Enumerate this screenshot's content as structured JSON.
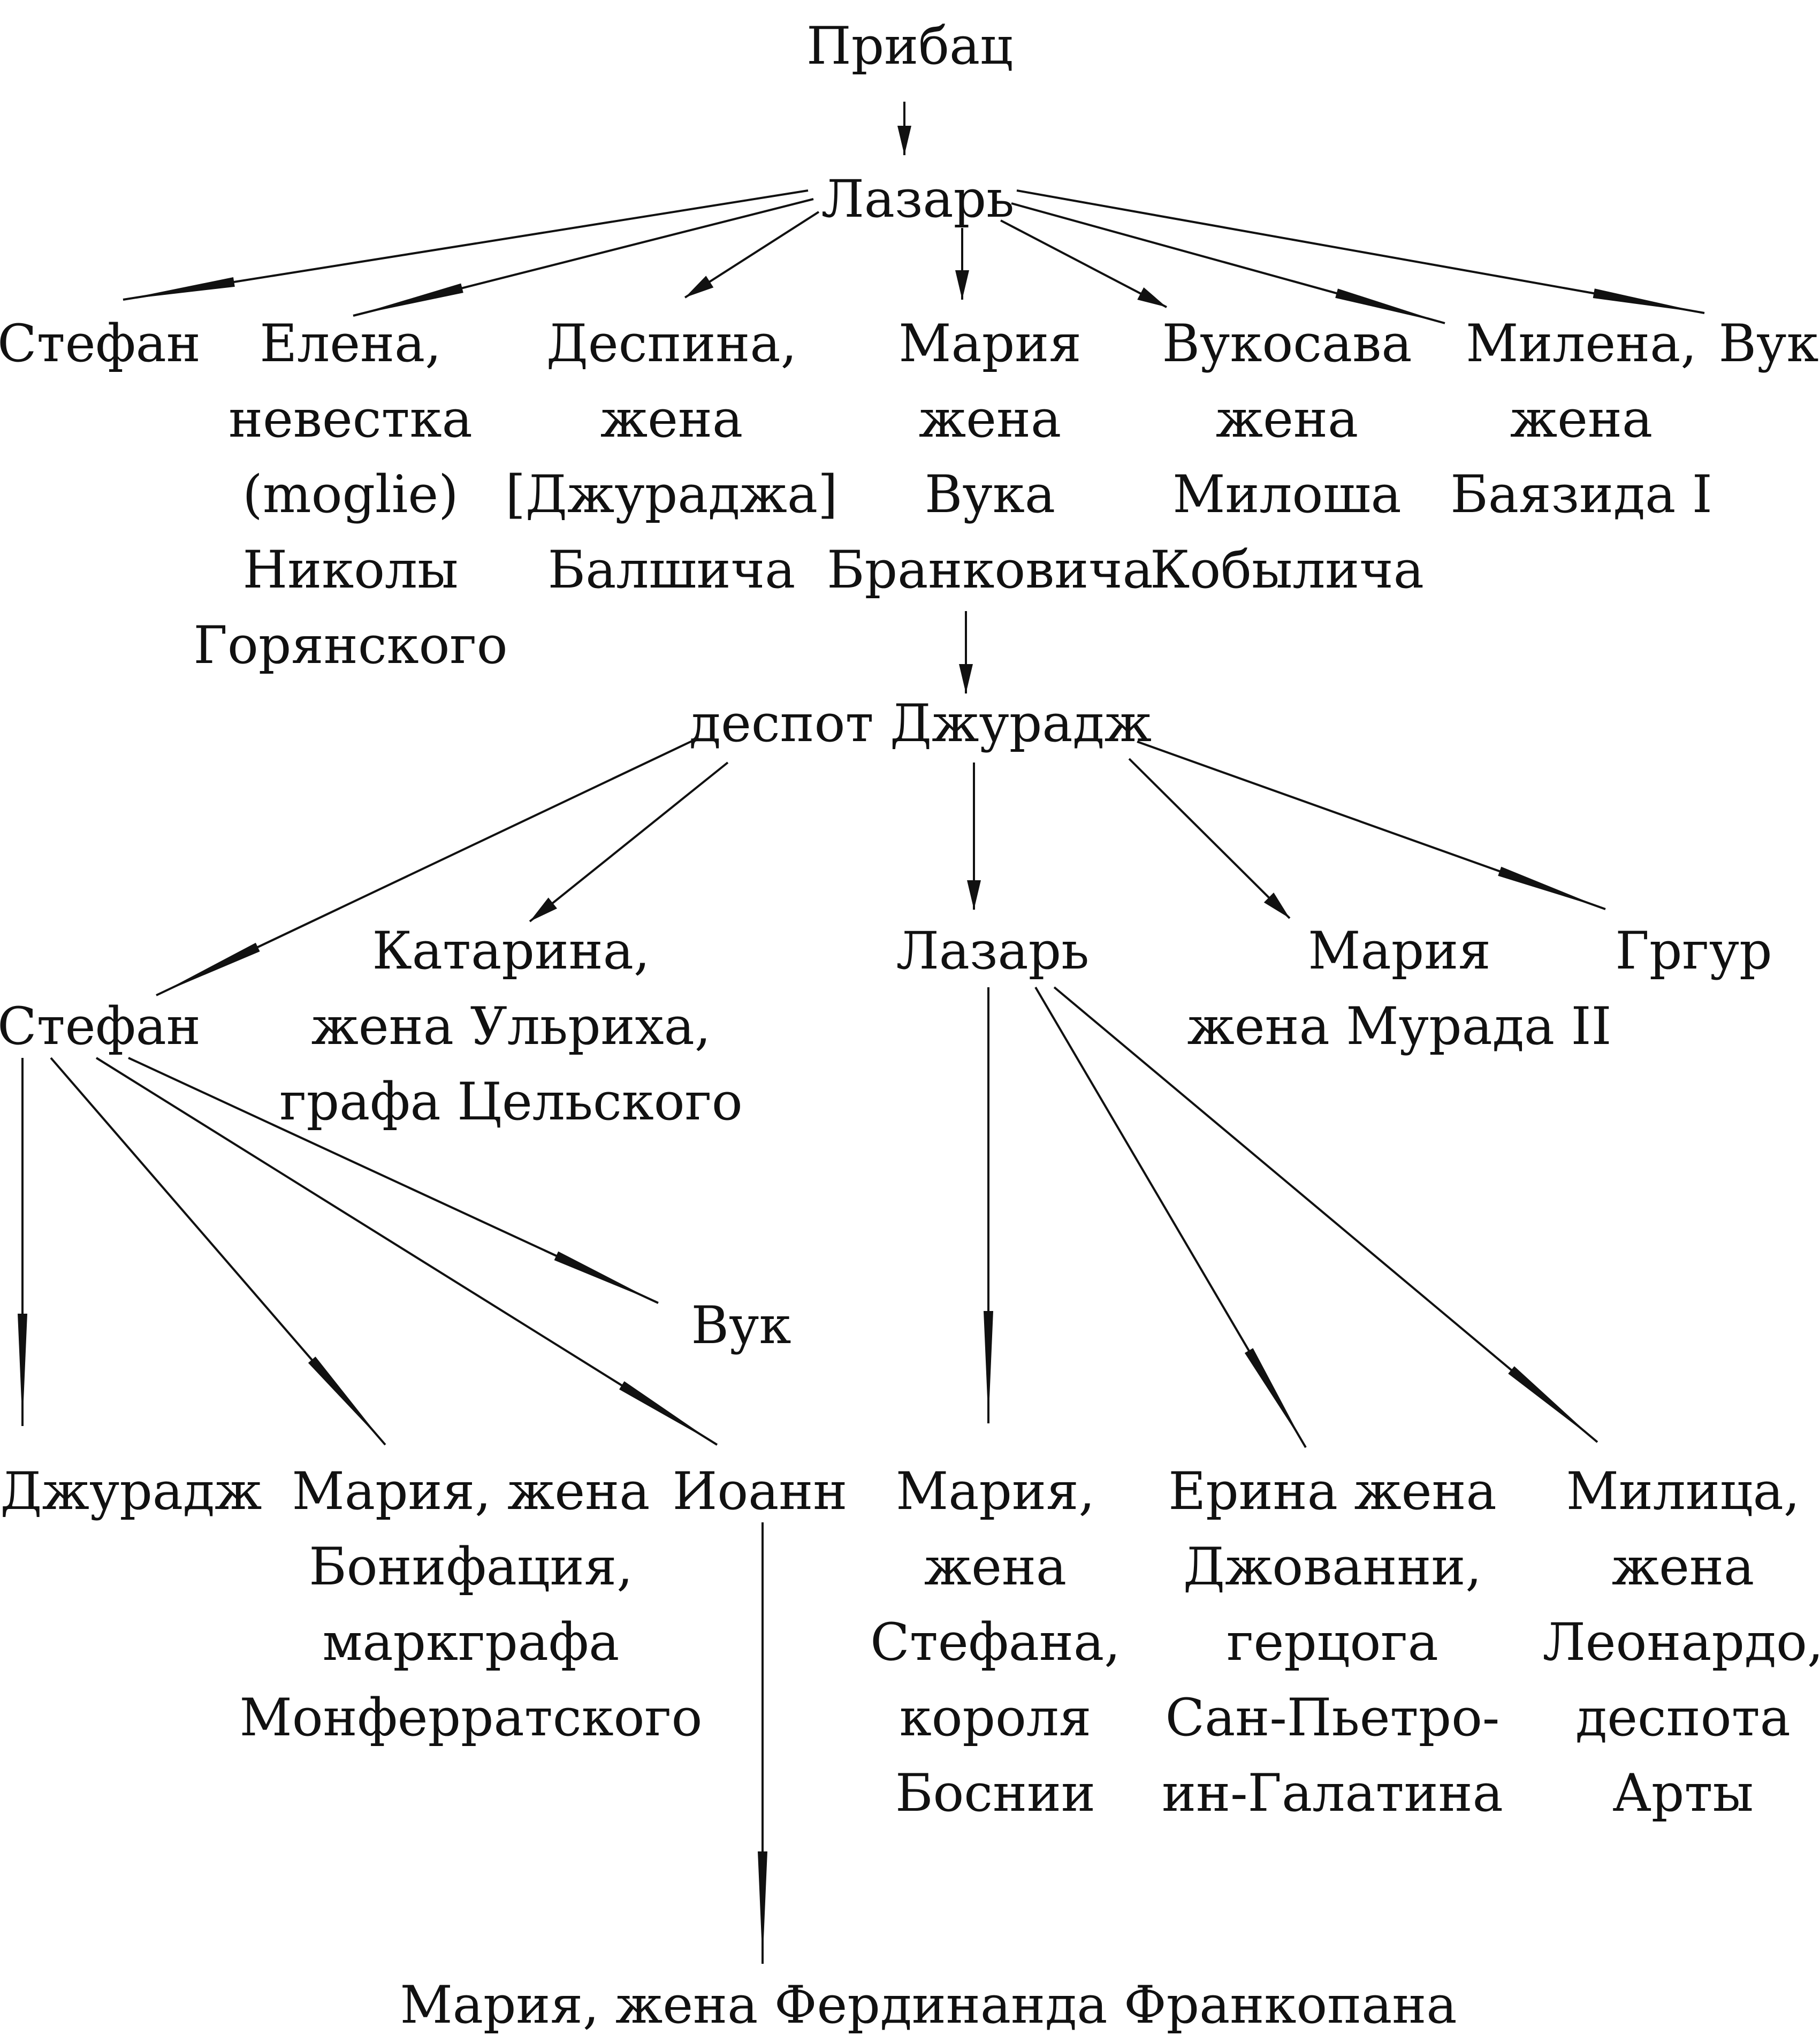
{
  "diagram": {
    "nodes": {
      "pribac": {
        "lines": [
          "Прибац"
        ]
      },
      "lazar1": {
        "lines": [
          "Лазарь"
        ]
      },
      "stefan1": {
        "lines": [
          "Стефан"
        ]
      },
      "elena": {
        "lines": [
          "Елена,",
          "невестка",
          "(moglie)",
          "Николы",
          "Горянского"
        ]
      },
      "despina": {
        "lines": [
          "Деспина,",
          "жена",
          "[Джураджа]",
          "Балшича"
        ]
      },
      "maria1": {
        "lines": [
          "Мария",
          "жена",
          "Вука",
          "Бранковича"
        ]
      },
      "vukosava": {
        "lines": [
          "Вукосава",
          "жена",
          "Милоша",
          "Кобылича"
        ]
      },
      "milena": {
        "lines": [
          "Милена,",
          "жена",
          "Баязида I"
        ]
      },
      "vuk1": {
        "lines": [
          "Вук"
        ]
      },
      "djuradj": {
        "lines": [
          "деспот Джурадж"
        ]
      },
      "stefan2": {
        "lines": [
          "Стефан"
        ]
      },
      "katarina": {
        "lines": [
          "Катарина,",
          "жена Ульриха,",
          "графа Цельского"
        ]
      },
      "lazar2": {
        "lines": [
          "Лазарь"
        ]
      },
      "maria2": {
        "lines": [
          "Мария",
          "жена Мурада II"
        ]
      },
      "grgur": {
        "lines": [
          "Гргур"
        ]
      },
      "vuk2": {
        "lines": [
          "Вук"
        ]
      },
      "djuradj2": {
        "lines": [
          "Джурадж"
        ]
      },
      "maria3": {
        "lines": [
          "Мария, жена",
          "Бонифация,",
          "маркграфа",
          "Монферратского"
        ]
      },
      "ioann": {
        "lines": [
          "Иоанн"
        ]
      },
      "maria4": {
        "lines": [
          "Мария,",
          "жена",
          "Стефана,",
          "короля",
          "Боснии"
        ]
      },
      "erina": {
        "lines": [
          "Ерина жена",
          "Джованни,",
          "герцога",
          "Сан-Пьетро-",
          "ин-Галатина"
        ]
      },
      "milica": {
        "lines": [
          "Милица,",
          "жена",
          "Леонардо,",
          "деспота",
          "Арты"
        ]
      },
      "maria5": {
        "lines": [
          "Мария,  жена Фердинанда Франкопана"
        ]
      }
    },
    "edges": [
      [
        "pribac",
        "lazar1"
      ],
      [
        "lazar1",
        "stefan1"
      ],
      [
        "lazar1",
        "elena"
      ],
      [
        "lazar1",
        "despina"
      ],
      [
        "lazar1",
        "maria1"
      ],
      [
        "lazar1",
        "vukosava"
      ],
      [
        "lazar1",
        "milena"
      ],
      [
        "lazar1",
        "vuk1"
      ],
      [
        "maria1",
        "djuradj"
      ],
      [
        "djuradj",
        "stefan2"
      ],
      [
        "djuradj",
        "katarina"
      ],
      [
        "djuradj",
        "lazar2"
      ],
      [
        "djuradj",
        "maria2"
      ],
      [
        "djuradj",
        "grgur"
      ],
      [
        "stefan2",
        "djuradj2"
      ],
      [
        "stefan2",
        "maria3"
      ],
      [
        "stefan2",
        "ioann"
      ],
      [
        "stefan2",
        "vuk2"
      ],
      [
        "lazar2",
        "maria4"
      ],
      [
        "lazar2",
        "erina"
      ],
      [
        "lazar2",
        "milica"
      ],
      [
        "ioann",
        "maria5"
      ]
    ]
  }
}
